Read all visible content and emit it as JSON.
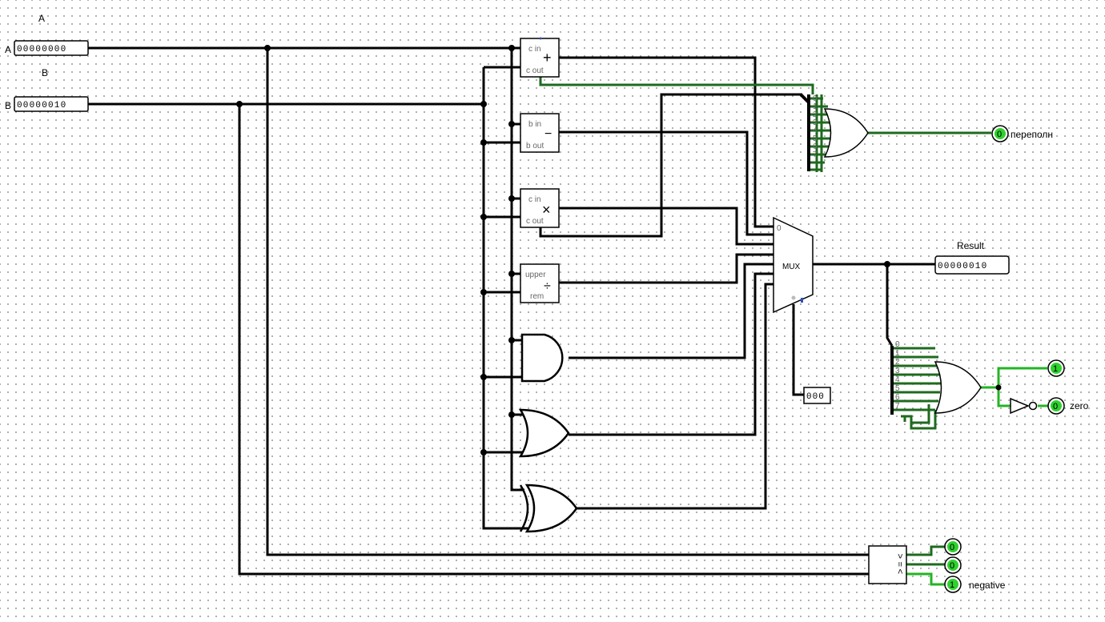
{
  "inputs": {
    "a": {
      "label": "A",
      "pin_label": "A",
      "value": "00000000"
    },
    "b": {
      "label": "B",
      "pin_label": "B",
      "value": "00000010"
    }
  },
  "components": {
    "adder": {
      "pin_top": "c in",
      "pin_bottom": "c out",
      "symbol": "+"
    },
    "subtractor": {
      "pin_top": "b in",
      "pin_bottom": "b out",
      "symbol": "−"
    },
    "multiplier": {
      "pin_top": "c in",
      "pin_bottom": "c out",
      "symbol": "×"
    },
    "divider": {
      "pin_top": "upper",
      "pin_bottom": "rem",
      "symbol": "÷"
    },
    "mux": {
      "label": "MUX",
      "pin0": "0"
    },
    "comparator": {
      "gt": ">",
      "eq": "=",
      "lt": "<"
    },
    "splitter_bits": [
      "0",
      "1",
      "2",
      "3",
      "4",
      "5",
      "6",
      "7"
    ]
  },
  "outputs": {
    "result": {
      "label": "Result",
      "value": "00000010"
    },
    "select": {
      "value": "000"
    },
    "overflow": {
      "label": "переполн",
      "value": "0"
    },
    "or_out": {
      "value": "1"
    },
    "zero": {
      "label": "zero",
      "value": "0"
    },
    "gt": {
      "value": "0"
    },
    "eq": {
      "value": "0"
    },
    "negative": {
      "label": "negative",
      "value": "1"
    }
  },
  "colors": {
    "wire": "#000000",
    "wire_dark_green": "#1e6a1e",
    "wire_bright_green": "#22b422",
    "led_green": "#2ed12e"
  }
}
